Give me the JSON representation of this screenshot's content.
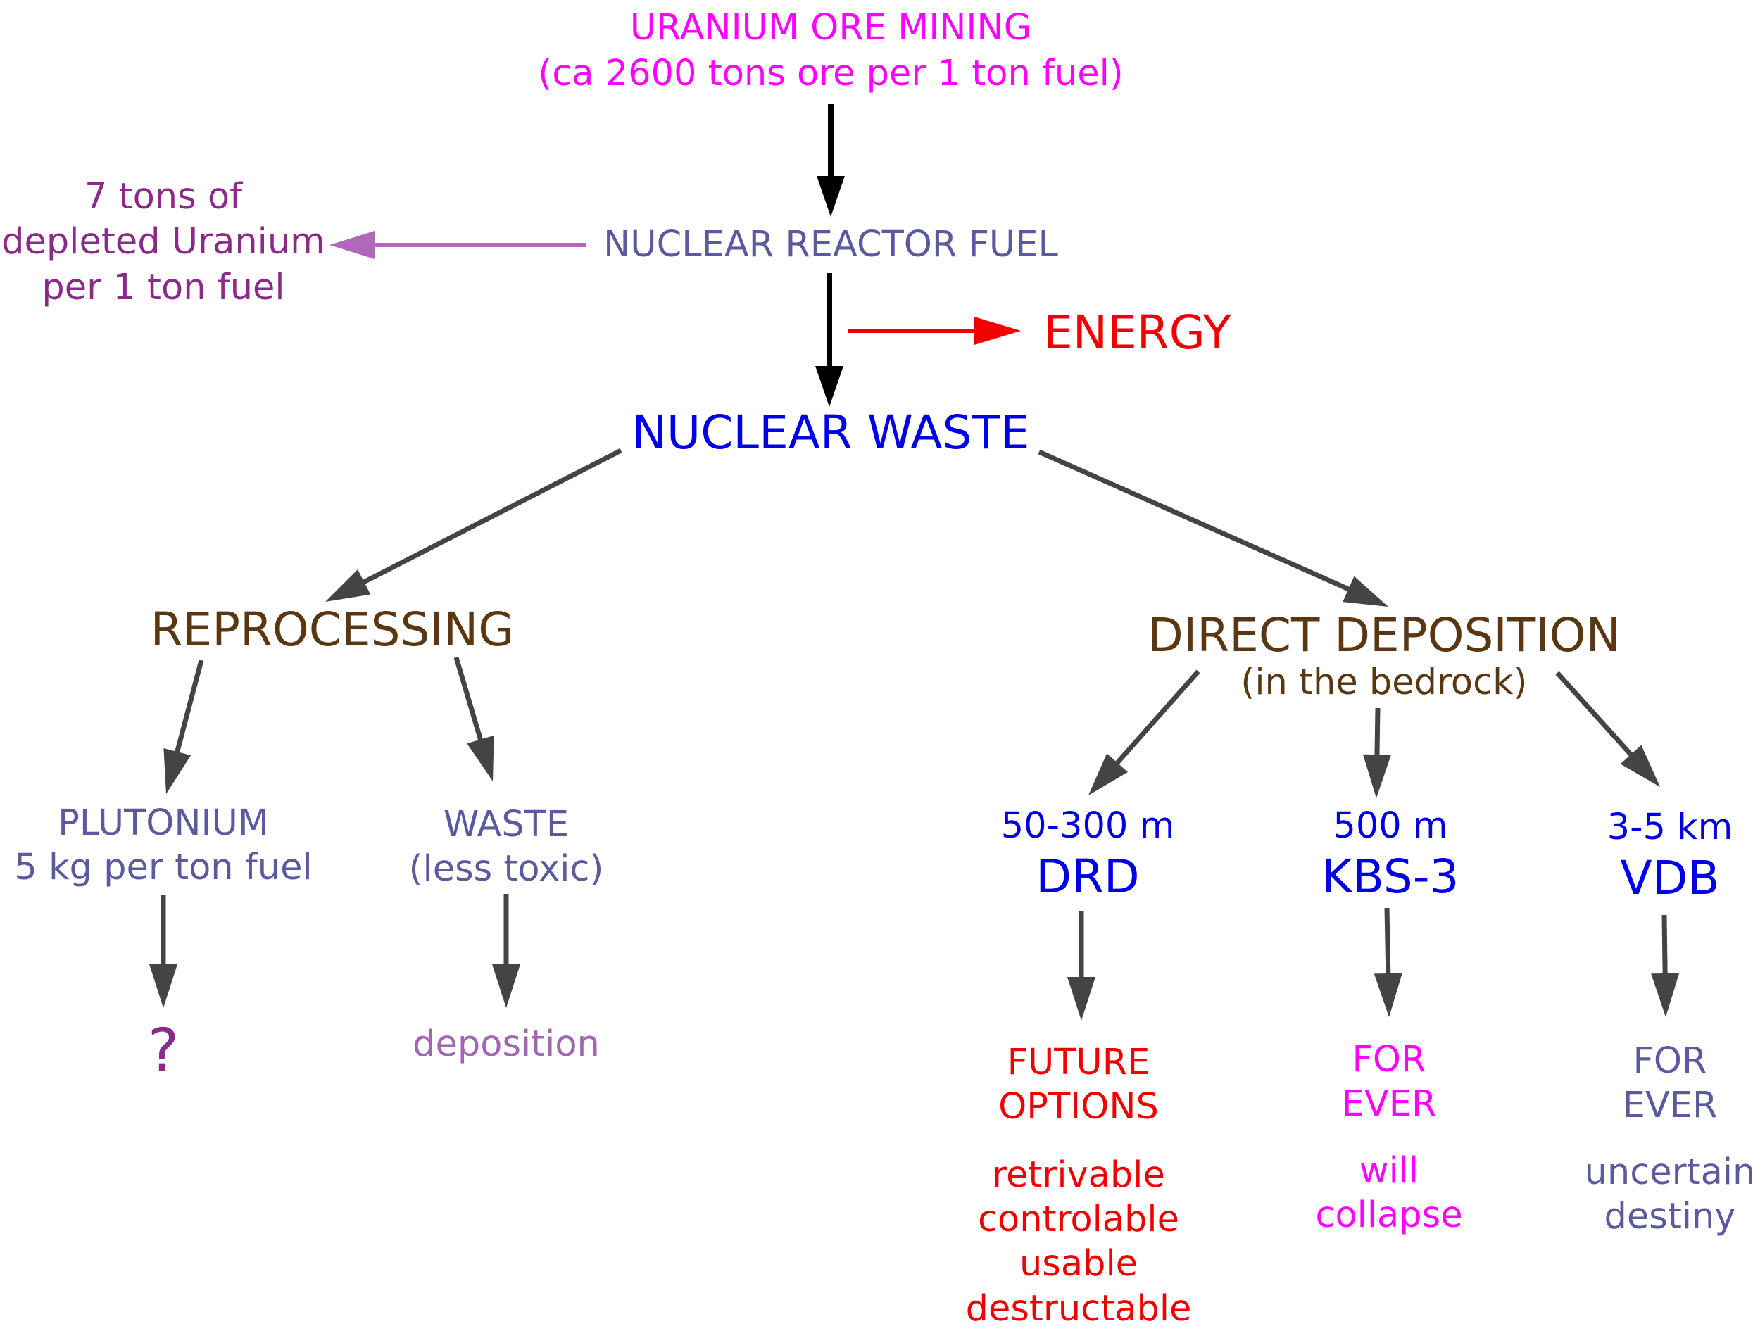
{
  "nodes": {
    "mining": {
      "line1": "URANIUM ORE MINING",
      "line2": "(ca 2600 tons ore per 1 ton fuel)"
    },
    "depleted": {
      "line1": "7 tons of",
      "line2": "depleted Uranium",
      "line3": "per 1 ton fuel"
    },
    "fuel": {
      "text": "NUCLEAR REACTOR FUEL"
    },
    "energy": {
      "text": "ENERGY"
    },
    "waste": {
      "text": "NUCLEAR WASTE"
    },
    "reprocessing": {
      "text": "REPROCESSING"
    },
    "direct": {
      "line1": "DIRECT DEPOSITION",
      "line2": "(in the bedrock)"
    },
    "plutonium": {
      "line1": "PLUTONIUM",
      "line2": "5 kg per ton fuel"
    },
    "waste_less": {
      "line1": "WASTE",
      "line2": "(less toxic)"
    },
    "unknown": {
      "text": "?"
    },
    "deposition": {
      "text": "deposition"
    },
    "drd": {
      "depth": "50-300 m",
      "name": "DRD",
      "out1": "FUTURE",
      "out2": "OPTIONS",
      "notes": [
        "retrivable",
        "controlable",
        "usable",
        "destructable"
      ]
    },
    "kbs": {
      "depth": "500 m",
      "name": "KBS-3",
      "out1": "FOR",
      "out2": "EVER",
      "notes": [
        "will",
        "collapse"
      ]
    },
    "vdb": {
      "depth": "3-5 km",
      "name": "VDB",
      "out1": "FOR",
      "out2": "EVER",
      "notes": [
        "uncertain",
        "destiny"
      ]
    }
  },
  "colors": {
    "magenta": "#ff00ff",
    "purple": "#8a2b8a",
    "lavender": "#5b5a9e",
    "red": "#f00000",
    "blue": "#0000e6",
    "brown": "#5a3710",
    "lilac": "#a066b0",
    "arrow_black": "#000000",
    "arrow_gray": "#444444",
    "arrow_violet": "#b069b9"
  }
}
